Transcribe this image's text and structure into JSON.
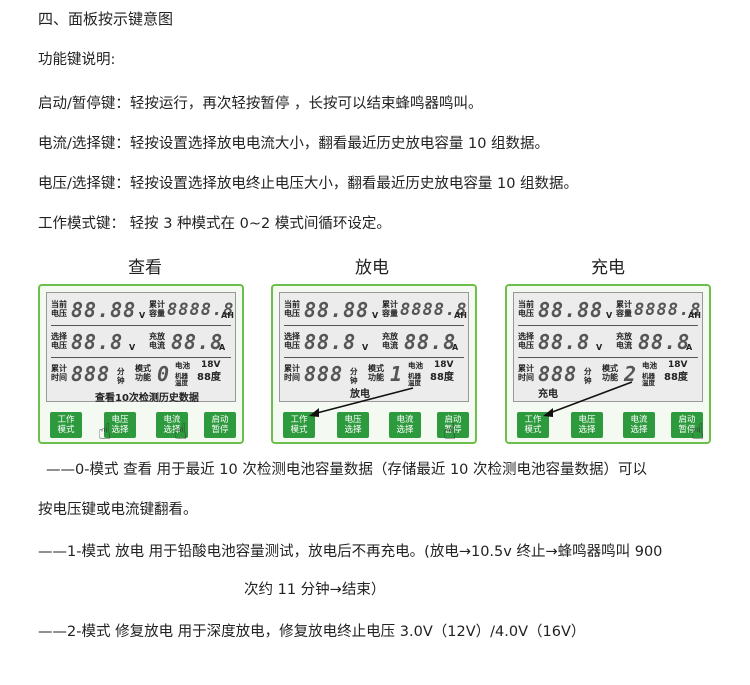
{
  "heading": "四、面板按示键意图",
  "intro": "功能键说明:",
  "keys_desc": [
    "启动/暂停键：轻按运行，再次轻按暂停 ，长按可以结束蜂鸣器鸣叫。",
    "电流/选择键：轻按设置选择放电电流大小，翻看最近历史放电容量 10 组数据。",
    "电压/选择键：轻按设置选择放电终止电压大小，翻看最近历史放电容量 10 组数据。",
    "工作模式键：  轻按 3 种模式在 0~2 模式间循环设定。"
  ],
  "panels": [
    {
      "title": "查看",
      "caption": "查看10次检测历史数据",
      "mode_digit": "0",
      "keys": [
        "工作\n模式",
        "电压\n选择",
        "电流\n选择",
        "启动\n暂停"
      ]
    },
    {
      "title": "放电",
      "caption": "放电",
      "mode_digit": "1",
      "keys": [
        "工作\n模式",
        "电压\n选择",
        "电流\n选择",
        "启动\n暂停"
      ]
    },
    {
      "title": "充电",
      "caption": "充电",
      "mode_digit": "2",
      "keys": [
        "工作\n模式",
        "电压\n选择",
        "电流\n选择",
        "启动\n暂停"
      ]
    }
  ],
  "lcd": {
    "row1_label_a": "当前\n电压",
    "row1_label_b": "累计\n容量",
    "row1_digits_a": "88.88",
    "row1_digits_b": "8888.8",
    "unit_v": "V",
    "unit_ah": "AH",
    "row2_label_a": "选择\n电压",
    "row2_label_b": "充放\n电流",
    "row2_digits_a": "88.8",
    "row2_digits_b": "88.8",
    "unit_a": "A",
    "row3_label_a": "累计\n时间",
    "row3_digits_a": "888",
    "row3_unit_time": "分\n钟",
    "row3_label_b": "模式\n功能",
    "row3_battery": "电池",
    "row3_battery_val": "18V",
    "row3_temp": "机器\n温度",
    "row3_temp_val": "88度"
  },
  "modes": [
    "——0-模式    查看      用于最近 10 次检测电池容量数据（存储最近 10 次检测电池容量数据）可以",
    "按电压键或电流键翻看。",
    "——1-模式    放电    用于铅酸电池容量测试，放电后不再充电。(放电→10.5v 终止→蜂鸣器鸣叫 900",
    "次约 11 分钟→结束）",
    "——2-模式    修复放电      用于深度放电，修复放电终止电压 3.0V（12V）/4.0V（16V）"
  ]
}
